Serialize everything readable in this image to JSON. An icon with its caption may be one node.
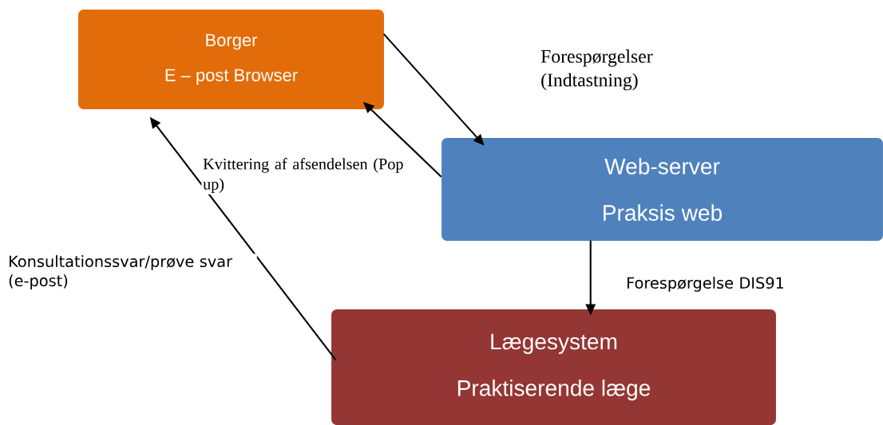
{
  "diagram": {
    "nodes": [
      {
        "text": [
          "Borger",
          "E – post Browser"
        ]
      },
      {
        "text": [
          "Web-server",
          "Praksis web"
        ]
      },
      {
        "text": [
          "Lægesystem",
          "Praktiserende læge"
        ]
      }
    ],
    "edges": [
      {
        "from": 0,
        "to": 1,
        "arrow": "to",
        "label": "Forespørgelser (Indtastning)"
      },
      {
        "from": 1,
        "to": 0,
        "arrow": "to",
        "label": "Kvittering af afsendelsen (Pop up)"
      },
      {
        "from": 1,
        "to": 2,
        "arrow": "to",
        "label": "Forespørgelse DIS91"
      },
      {
        "from": 2,
        "to": 0,
        "arrow": "to",
        "label": "Konsultationssvar/prøve svar (e-post)"
      }
    ]
  }
}
